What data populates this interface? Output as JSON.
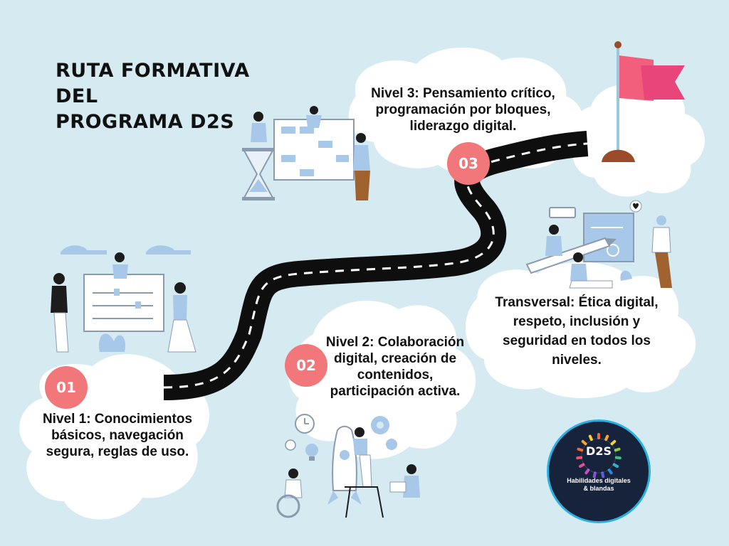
{
  "title": {
    "line1": "RUTA FORMATIVA DEL",
    "line2": "PROGRAMA D2S"
  },
  "levels": [
    {
      "number": "01",
      "text": "Nivel 1: Conocimientos básicos, navegación segura, reglas de uso."
    },
    {
      "number": "02",
      "text": "Nivel 2: Colaboración digital, creación de contenidos, participación activa."
    },
    {
      "number": "03",
      "text": "Nivel 3: Pensamiento crítico, programación por bloques, liderazgo digital."
    }
  ],
  "transversal": {
    "text": "Transversal: Ética digital, respeto, inclusión y seguridad en todos los niveles."
  },
  "logo": {
    "mark": "D2S",
    "caption_line1": "Habilidades digitales",
    "caption_line2": "& blandas"
  },
  "colors": {
    "background": "#d6ebf1",
    "accent": "#f1777a",
    "road": "#0e0e0e",
    "illustration_blue": "#a8c8ea",
    "flag": "#f25f7c",
    "logo_bg": "#17223b",
    "logo_border": "#2ab0e3"
  },
  "icons": [
    "flag-icon",
    "hourglass-icon",
    "calendar-board-icon",
    "rocket-icon",
    "gear-icon",
    "lightbulb-icon",
    "clock-icon",
    "pencil-icon",
    "chat-bubble-icon",
    "heart-icon"
  ]
}
